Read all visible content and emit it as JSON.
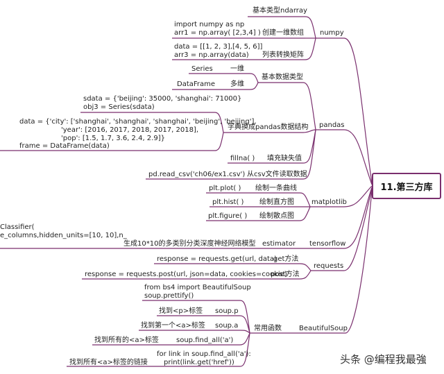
{
  "root": "11.第三方库",
  "watermark": "头条 @编程我最強",
  "numpy": {
    "label": "numpy",
    "l1": "基本类型ndarray",
    "l2": "创建一维数组",
    "l2_code_1": "import numpy as np",
    "l2_code_2": "arr1 = np.array( [2,3,4] )",
    "l3": "列表转换矩阵",
    "l3_code_1": "data = [[1, 2, 3],[4, 5, 6]]",
    "l3_code_2": "arr3 = np.array(data)"
  },
  "pandas": {
    "label": "pandas",
    "basic": "基本数据类型",
    "series": "Series",
    "series_cn": "一维",
    "dataframe": "DataFrame",
    "dataframe_cn": "多维",
    "dict_label": "字典换成pandas数据结构",
    "sdata": "sdata = {'beijing': 35000, 'shanghai': 71000}",
    "obj3": "obj3 = Series(sdata)",
    "data_1": "data = {'city': ['shanghai', 'shanghai', 'shanghai', 'beijing', 'beijing'],",
    "data_2": "'year': [2016, 2017, 2018, 2017, 2018],",
    "data_3": "'pop': [1.5, 1.7, 3.6, 2.4, 2.9]}",
    "frame": "frame = DataFrame(data)",
    "fillna": "fillna( )",
    "fillna_cn": "填充缺失值",
    "readcsv": "pd.read_csv('ch06/ex1.csv')",
    "readcsv_cn": "从csv文件读取数据"
  },
  "matplotlib": {
    "label": "matplotlib",
    "plot": "plt.plot( )",
    "plot_cn": "绘制一条曲线",
    "hist": "plt.hist( )",
    "hist_cn": "绘制直方图",
    "figure": "plt.figure( )",
    "figure_cn": "绘制散点图"
  },
  "tensorflow": {
    "label": "tensorflow",
    "estimator": "estimator",
    "desc": "生成10*10的多类别分类深度神经网络模型",
    "code_1": "Classifier(",
    "code_2": "e_columns,hidden_units=[10, 10],n_"
  },
  "requests": {
    "label": "requests",
    "get_cn": "get方法",
    "get_code": "response = requests.get(url, data)",
    "post_cn": "post方法",
    "post_code": "response = requests.post(url, json=data, cookies=cookie)"
  },
  "bs4": {
    "label": "BeautifulSoup",
    "common": "常用函数",
    "import_1": "from bs4 import BeautifulSoup",
    "import_2": "soup.prettify()",
    "p_cn": "找到<p>标签",
    "p_code": "soup.p",
    "a_cn": "找到第一个<a>标签",
    "a_code": "soup.a",
    "all_cn": "找到所有的<a>标签",
    "all_code": "soup.find_all('a')",
    "link_cn": "找到所有<a>标签的链接",
    "link_code_1": "for link in soup.find_all('a'):",
    "link_code_2": "print(link.get('href'))"
  },
  "colors": {
    "branch": "#7a2f6e"
  }
}
